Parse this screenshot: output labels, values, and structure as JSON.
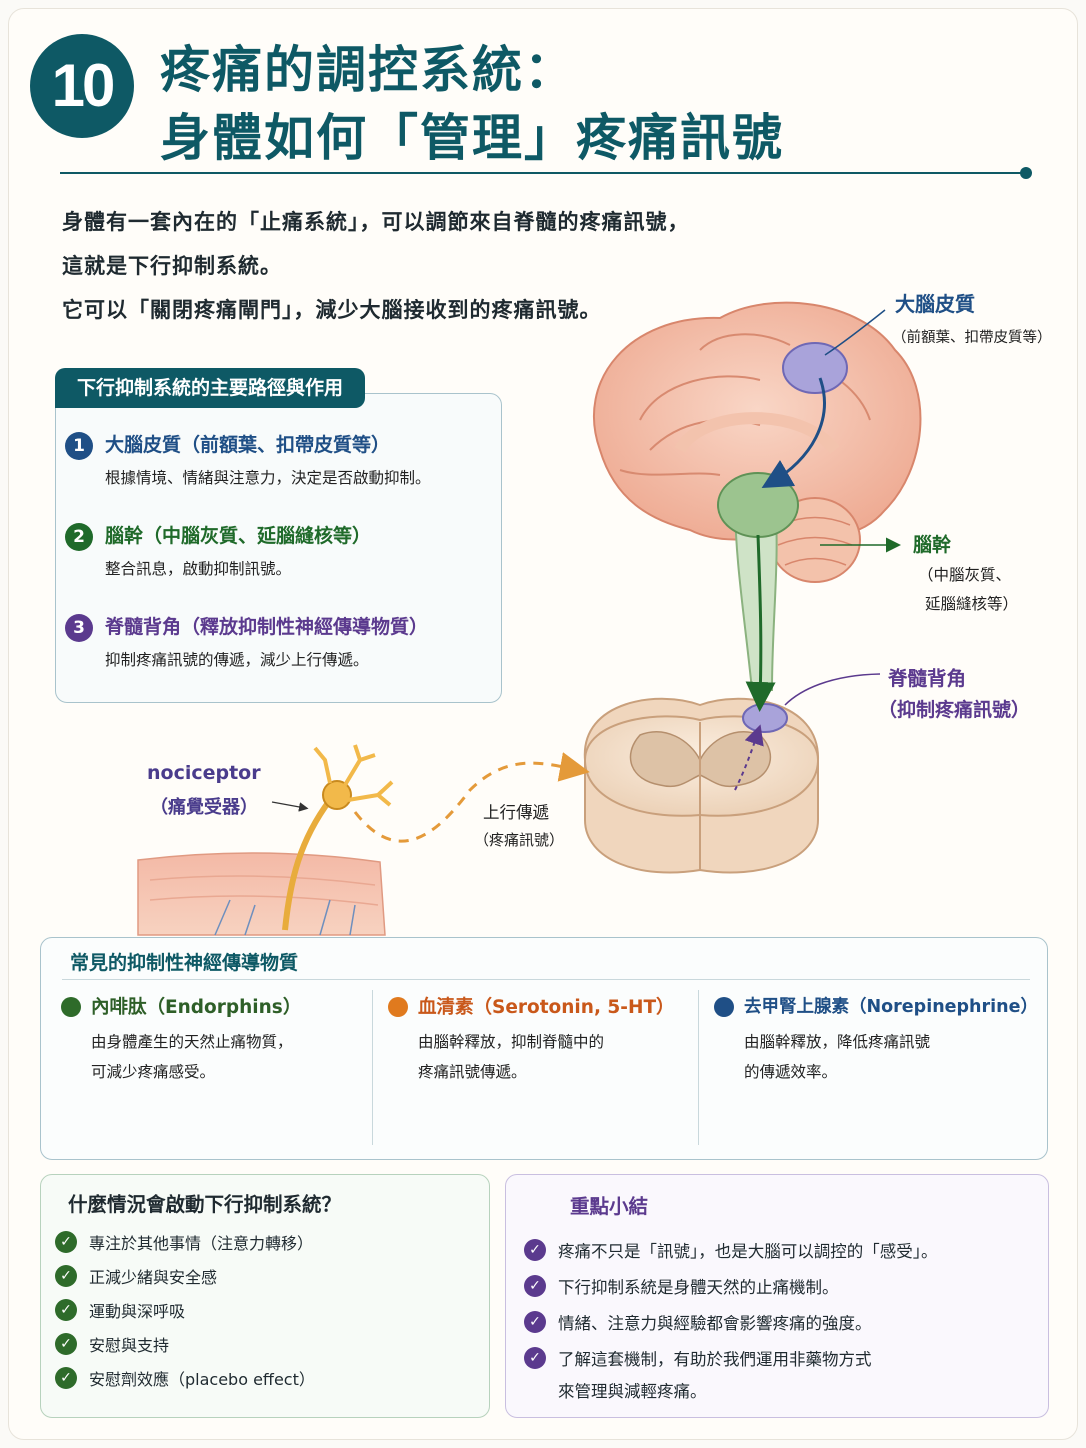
{
  "header": {
    "number": "10",
    "title_line1": "疼痛的調控系統：",
    "title_line2": "身體如何「管理」疼痛訊號"
  },
  "intro": [
    "身體有一套內在的「止痛系統」，可以調節來自脊髓的疼痛訊號，",
    "這就是下行抑制系統。",
    "它可以「關閉疼痛閘門」，減少大腦接收到的疼痛訊號。"
  ],
  "pathway": {
    "tab": "下行抑制系統的主要路徑與作用",
    "items": [
      {
        "num": "1",
        "head": "大腦皮質（前額葉、扣帶皮質等）",
        "desc": "根據情境、情緒與注意力，決定是否啟動抑制。",
        "color": "#1f4f86"
      },
      {
        "num": "2",
        "head": "腦幹（中腦灰質、延腦縫核等）",
        "desc": "整合訊息，啟動抑制訊號。",
        "color": "#1f6a2a"
      },
      {
        "num": "3",
        "head": "脊髓背角（釋放抑制性神經傳導物質）",
        "desc": "抑制疼痛訊號的傳遞，減少上行傳遞。",
        "color": "#5b3a8e"
      }
    ]
  },
  "diagram": {
    "cortex": "大腦皮質",
    "cortex_sub": "（前額葉、扣帶皮質等）",
    "stem": "腦幹",
    "stem_sub1": "（中腦灰質、",
    "stem_sub2": "延腦縫核等）",
    "horn": "脊髓背角",
    "horn_sub": "（抑制疼痛訊號）",
    "nociceptor": "nociceptor",
    "nociceptor_sub": "（痛覺受器）",
    "ascending": "上行傳遞",
    "ascending_sub": "（疼痛訊號）"
  },
  "neurotransmitters": {
    "title": "常見的抑制性神經傳導物質",
    "items": [
      {
        "head": "內啡肽（Endorphins）",
        "desc1": "由身體產生的天然止痛物質，",
        "desc2": "可減少疼痛感受。",
        "color": "#2e6b2a"
      },
      {
        "head": "血清素（Serotonin, 5-HT）",
        "desc1": "由腦幹釋放，抑制脊髓中的",
        "desc2": "疼痛訊號傳遞。",
        "color": "#e07a1e"
      },
      {
        "head": "去甲腎上腺素（Norepinephrine）",
        "desc1": "由腦幹釋放，降低疼痛訊號",
        "desc2": "的傳遞效率。",
        "color": "#1f4f86"
      }
    ]
  },
  "triggers": {
    "title": "什麼情況會啟動下行抑制系統？",
    "items": [
      "專注於其他事情（注意力轉移）",
      "正減少緒與安全感",
      "運動與深呼吸",
      "安慰與支持",
      "安慰劑效應（placebo effect）"
    ],
    "check_color": "#2e6b2a"
  },
  "summary": {
    "title": "重點小結",
    "items": [
      {
        "l1": "疼痛不只是「訊號」，也是大腦可以調控的「感受」。",
        "l2": ""
      },
      {
        "l1": "下行抑制系統是身體天然的止痛機制。",
        "l2": ""
      },
      {
        "l1": "情緒、注意力與經驗都會影響疼痛的強度。",
        "l2": ""
      },
      {
        "l1": "了解這套機制，有助於我們運用非藥物方式",
        "l2": "來管理與減輕疼痛。"
      }
    ],
    "check_color": "#5b3a8e"
  }
}
